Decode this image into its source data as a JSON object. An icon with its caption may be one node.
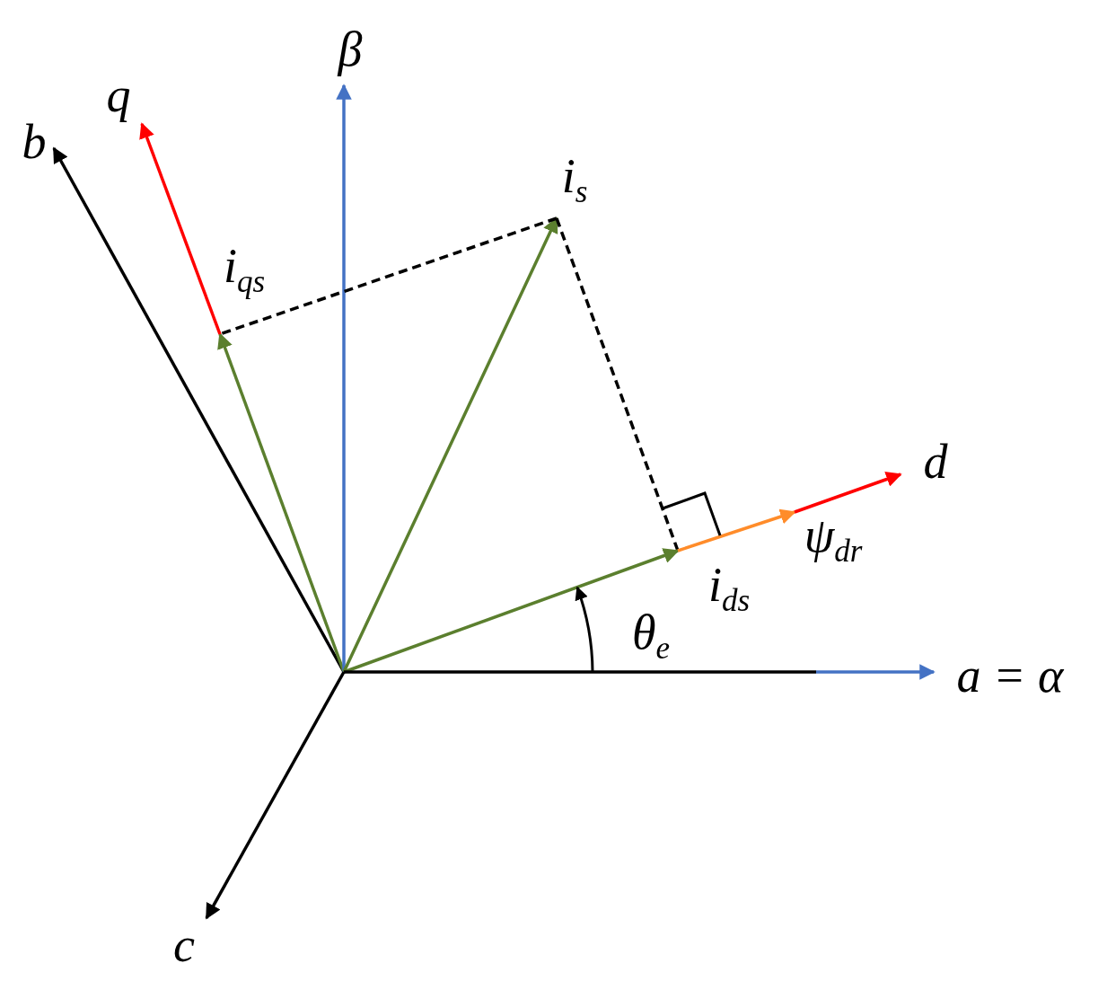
{
  "diagram": {
    "nodes": [
      {
        "text": [
          "b"
        ]
      },
      {
        "text": [
          "q"
        ]
      },
      {
        "text": [
          "β"
        ]
      },
      {
        "text": [
          "i$_{s}$"
        ]
      },
      {
        "text": [
          "i$_{qs}$"
        ]
      },
      {
        "text": [
          "d"
        ]
      },
      {
        "text": [
          "ψ$_{dr}$"
        ]
      },
      {
        "text": [
          "i$_{ds}$"
        ]
      },
      {
        "text": [
          "a = α"
        ]
      },
      {
        "text": [
          "c"
        ]
      }
    ],
    "edges": [
      {
        "from": null,
        "to": 0,
        "arrow": "to"
      },
      {
        "from": null,
        "to": 4,
        "arrow": "to",
        "color": "#5b7f2e"
      },
      {
        "from": 4,
        "to": 1,
        "arrow": "to",
        "color": "#ff0000"
      },
      {
        "from": null,
        "to": 2,
        "arrow": "to",
        "color": "#4472c4"
      },
      {
        "from": null,
        "to": 3,
        "arrow": "to",
        "color": "#5b7f2e"
      },
      {
        "from": 3,
        "to": 4,
        "arrow": "none",
        "style": "dashed"
      },
      {
        "from": 3,
        "to": 7,
        "arrow": "none",
        "style": "dashed"
      },
      {
        "from": null,
        "to": 7,
        "arrow": "to",
        "color": "#5b7f2e"
      },
      {
        "from": 7,
        "to": 6,
        "arrow": "to",
        "color": "#ff8c2a"
      },
      {
        "from": 6,
        "to": 5,
        "arrow": "to",
        "color": "#ff0000"
      },
      {
        "from": null,
        "to": 8,
        "arrow": "to"
      },
      {
        "from": null,
        "to": 9,
        "arrow": "to"
      }
    ],
    "labels": [
      "θ$_{e}$"
    ]
  }
}
